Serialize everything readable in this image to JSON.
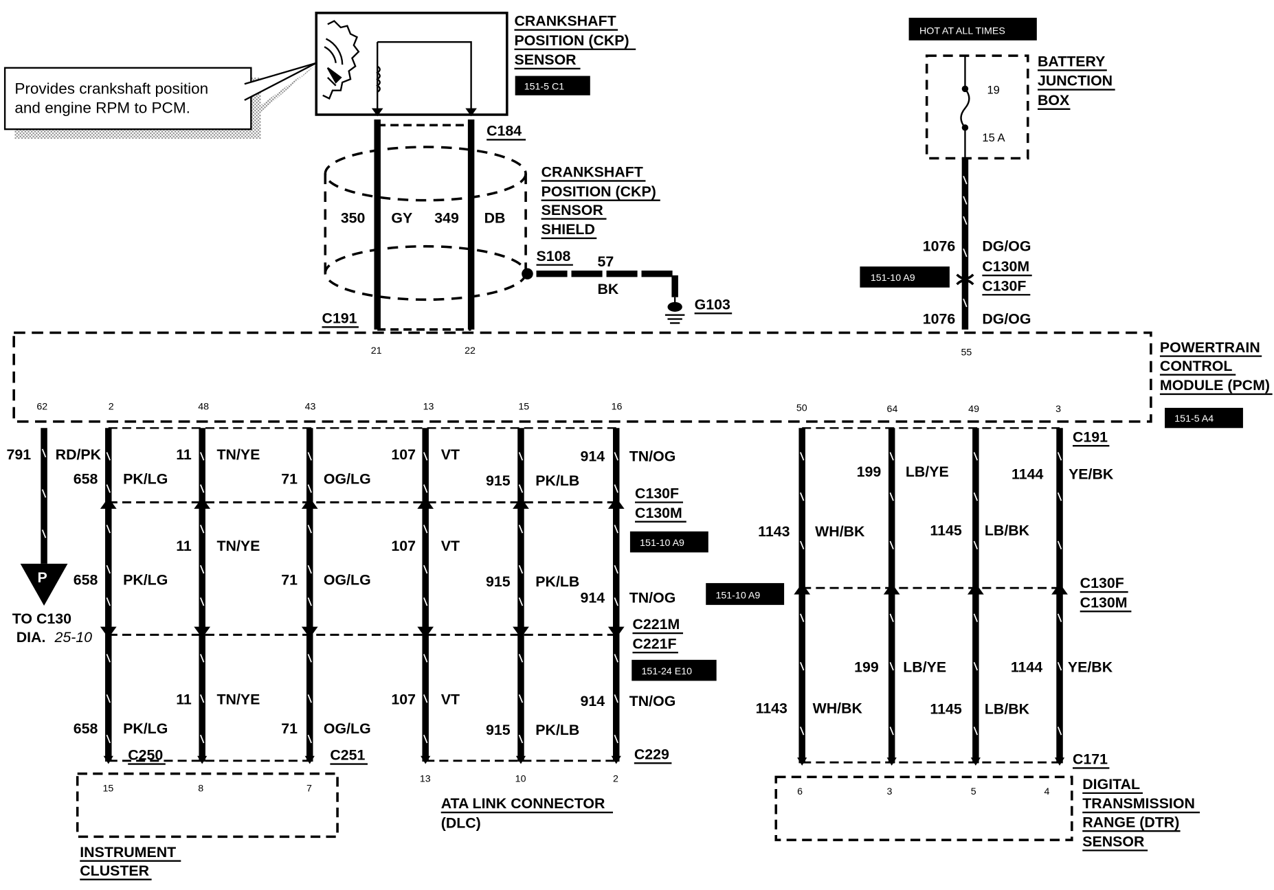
{
  "ckp_sensor": {
    "name": [
      "CRANKSHAFT",
      "POSITION (CKP)",
      "SENSOR"
    ],
    "ref": "151-5 C1",
    "connector": "C184"
  },
  "callout": [
    "Provides crankshaft position",
    "and engine RPM to PCM."
  ],
  "shield": {
    "name": [
      "CRANKSHAFT",
      "POSITION (CKP)",
      "SENSOR",
      "SHIELD"
    ],
    "wire_350": "350",
    "wire_350_color": "GY",
    "wire_349": "349",
    "wire_349_color": "DB",
    "splice": "S108",
    "ground_wire": "57",
    "ground_wire_color": "BK",
    "ground": "G103",
    "pcm_connector": "C191"
  },
  "battery_junction": {
    "banner": "HOT AT ALL TIMES",
    "name": [
      "BATTERY",
      "JUNCTION",
      "BOX"
    ],
    "fuse_number": "19",
    "fuse_rating": "15 A",
    "wire": "1076",
    "wire_color": "DG/OG",
    "connector_m": "C130M",
    "connector_f": "C130F",
    "ref": "151-10 A9"
  },
  "pcm": {
    "name": [
      "POWERTRAIN",
      "CONTROL",
      "MODULE (PCM)"
    ],
    "ref": "151-5 A4",
    "top_pins": [
      "21",
      "22",
      "55"
    ],
    "bottom_pins": [
      "62",
      "2",
      "48",
      "43",
      "13",
      "15",
      "16",
      "50",
      "64",
      "49",
      "3"
    ],
    "bottom_connector": "C191"
  },
  "left_wiring": {
    "wire_791": "791",
    "wire_791_color": "RD/PK",
    "offpage_symbol": "P",
    "offpage_text": "TO C130",
    "offpage_dia": "DIA.",
    "offpage_dia_num": "25-10",
    "wire_658": "658",
    "wire_658_color": "PK/LG",
    "wire_11": "11",
    "wire_11_color": "TN/YE",
    "wire_71": "71",
    "wire_71_color": "OG/LG",
    "wire_107": "107",
    "wire_107_color": "VT",
    "wire_915": "915",
    "wire_915_color": "PK/LB",
    "wire_914": "914",
    "wire_914_color": "TN/OG",
    "conn_130f": "C130F",
    "conn_130m": "C130M",
    "ref_130": "151-10 A9",
    "conn_221m": "C221M",
    "conn_221f": "C221F",
    "ref_221": "151-24 E10",
    "conn_250": "C250",
    "conn_251": "C251",
    "conn_229": "C229"
  },
  "instrument_cluster": {
    "name": [
      "INSTRUMENT",
      "CLUSTER"
    ],
    "pins": [
      "15",
      "8",
      "7"
    ]
  },
  "ata_link": {
    "name": [
      "ATA LINK CONNECTOR",
      "(DLC)"
    ],
    "pins": [
      "13",
      "10",
      "2"
    ]
  },
  "right_wiring": {
    "wire_1143": "1143",
    "wire_1143_color": "WH/BK",
    "wire_199": "199",
    "wire_199_color": "LB/YE",
    "wire_1145": "1145",
    "wire_1145_color": "LB/BK",
    "wire_1144": "1144",
    "wire_1144_color": "YE/BK",
    "conn_130f": "C130F",
    "conn_130m": "C130M",
    "ref_130": "151-10 A9",
    "conn_171": "C171"
  },
  "dtr_sensor": {
    "name": [
      "DIGITAL",
      "TRANSMISSION",
      "RANGE (DTR)",
      "SENSOR"
    ],
    "pins": [
      "6",
      "3",
      "5",
      "4"
    ]
  }
}
